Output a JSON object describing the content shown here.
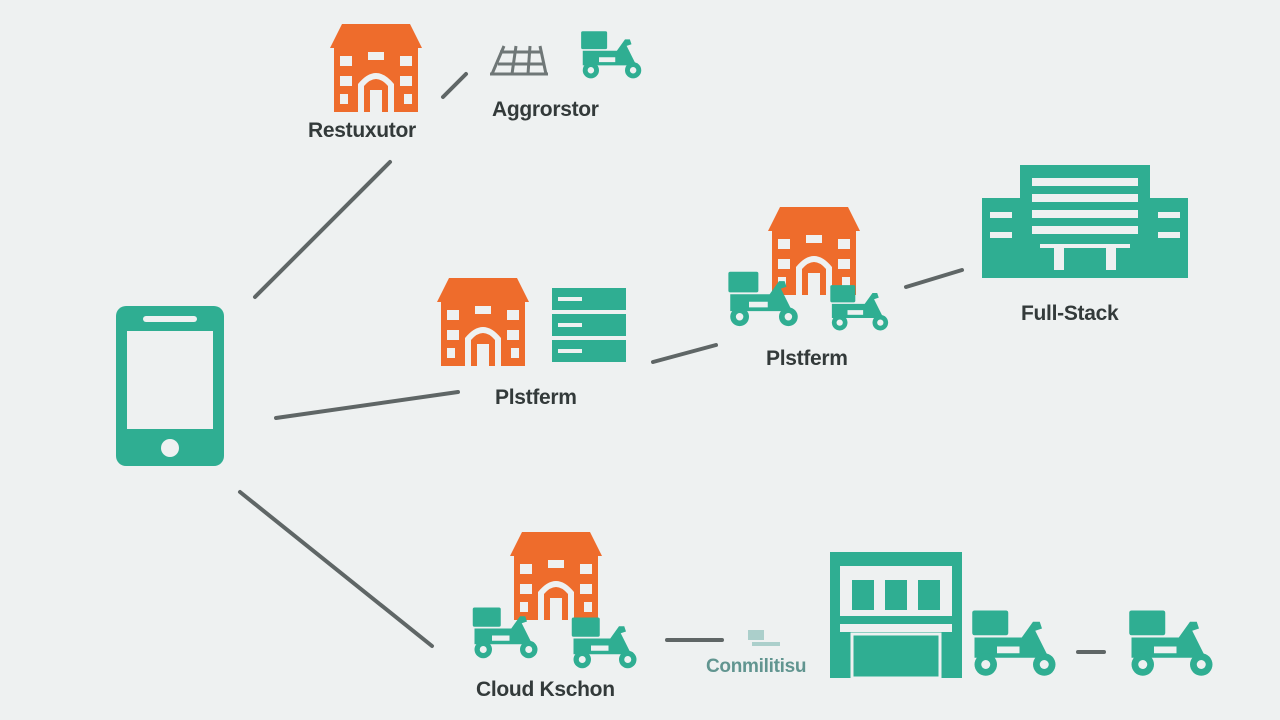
{
  "colors": {
    "background": "#eef1f1",
    "orange": "#ee6c2c",
    "teal": "#2fae92",
    "line": "#5f6666",
    "text": "#333a3a"
  },
  "labels": {
    "restaurant": "Restuxutor",
    "aggregator": "Aggrorstor",
    "platform_middle": "Plstferm",
    "platform_right": "Plstferm",
    "full_stack": "Full-Stack",
    "cloud_kitchen": "Cloud Kschon",
    "cloud_kitchen_hub": "Conmilitisu"
  },
  "icons": [
    "smartphone-icon",
    "restaurant-building-icon",
    "barrier-icon",
    "delivery-scooter-icon",
    "server-rack-icon",
    "full-stack-building-icon",
    "kitchen-warehouse-icon"
  ]
}
